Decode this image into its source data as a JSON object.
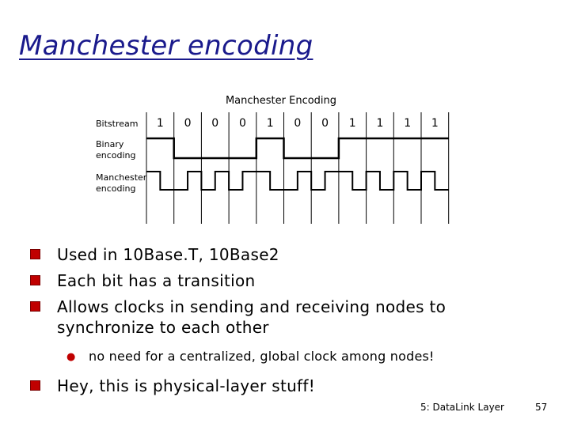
{
  "slide": {
    "title": "Manchester encoding",
    "footer_chapter": "5: DataLink Layer",
    "page_number": "57"
  },
  "diagram": {
    "title": "Manchester Encoding",
    "row_labels": {
      "bitstream": "Bitstream",
      "binary_line1": "Binary",
      "binary_line2": "encoding",
      "manchester_line1": "Manchester",
      "manchester_line2": "encoding"
    },
    "bits": [
      "1",
      "0",
      "0",
      "0",
      "1",
      "0",
      "0",
      "1",
      "1",
      "1",
      "1"
    ]
  },
  "bullets": [
    "Used in 10Base.T, 10Base2",
    "Each bit has a transition",
    "Allows clocks in sending and receiving nodes to synchronize to each other"
  ],
  "sub_bullet": "no need for a centralized, global clock among nodes!",
  "last_bullet": "Hey, this is physical-layer stuff!"
}
